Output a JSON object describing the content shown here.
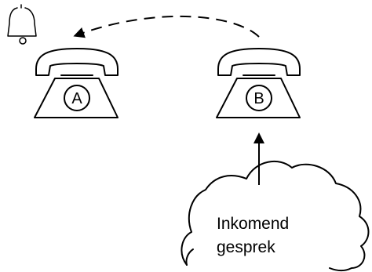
{
  "phones": [
    {
      "label": "A"
    },
    {
      "label": "B"
    }
  ],
  "cloud": {
    "line1": "Inkomend",
    "line2": "gesprek"
  },
  "icons": {
    "bell": "bell-icon",
    "phone": "telephone-icon"
  },
  "colors": {
    "ink": "#000000",
    "background": "#ffffff"
  }
}
